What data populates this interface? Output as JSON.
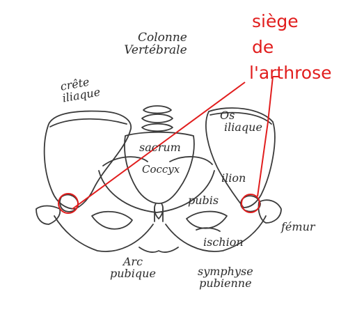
{
  "labels": {
    "colonne_line1": "Colonne",
    "colonne_line2": "Vertébrale",
    "crete_line1": "crête",
    "crete_line2": "iliaque",
    "os_line1": "Os",
    "os_line2": "iliaque",
    "sacrum": "sacrum",
    "coccyx": "Coccyx",
    "ilion": "ilion",
    "pubis": "pubis",
    "femur": "fémur",
    "ischion": "ischion",
    "arc_line1": "Arc",
    "arc_line2": "pubique",
    "symphyse_line1": "symphyse",
    "symphyse_line2": "pubienne"
  },
  "annotation": {
    "line1": "siège",
    "line2": "de",
    "line3": "l'arthrose",
    "color": "#e11d1d"
  },
  "colors": {
    "ink": "#3a3a3a",
    "highlight": "#e11d1d"
  }
}
